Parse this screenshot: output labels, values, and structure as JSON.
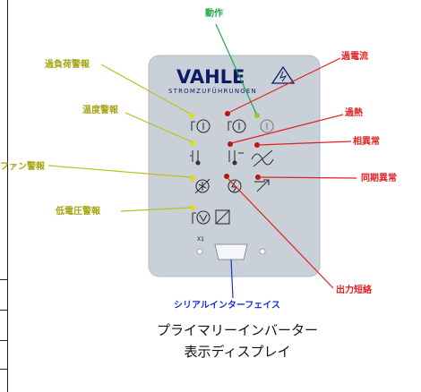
{
  "panel": {
    "brand": "VAHLE",
    "brand_sub": "STROMZUFÜHRUNGEN",
    "connector_label": "X1"
  },
  "labels": {
    "operation": "動作",
    "overload_warning": "過負荷警報",
    "overcurrent": "過電流",
    "temperature_warning": "温度警報",
    "overheat": "過熱",
    "phase_abnormal": "相異常",
    "fan_warning": "ファン警報",
    "sync_abnormal": "同期異常",
    "undervoltage_warning": "低電圧警報",
    "output_short": "出力短絡",
    "serial_interface": "シリアルインターフェイス"
  },
  "caption": {
    "line1": "プライマリーインバーター",
    "line2": "表示ディスプレイ"
  },
  "colors": {
    "warning_label": "#a6a615",
    "error_label": "#e02020",
    "operation_label": "#1ea84a",
    "interface_label": "#1a2fd0",
    "led_yellow": "#e3d81e",
    "led_red": "#b81414",
    "led_green": "#8ad02a",
    "panel": "#c9d0d8"
  }
}
